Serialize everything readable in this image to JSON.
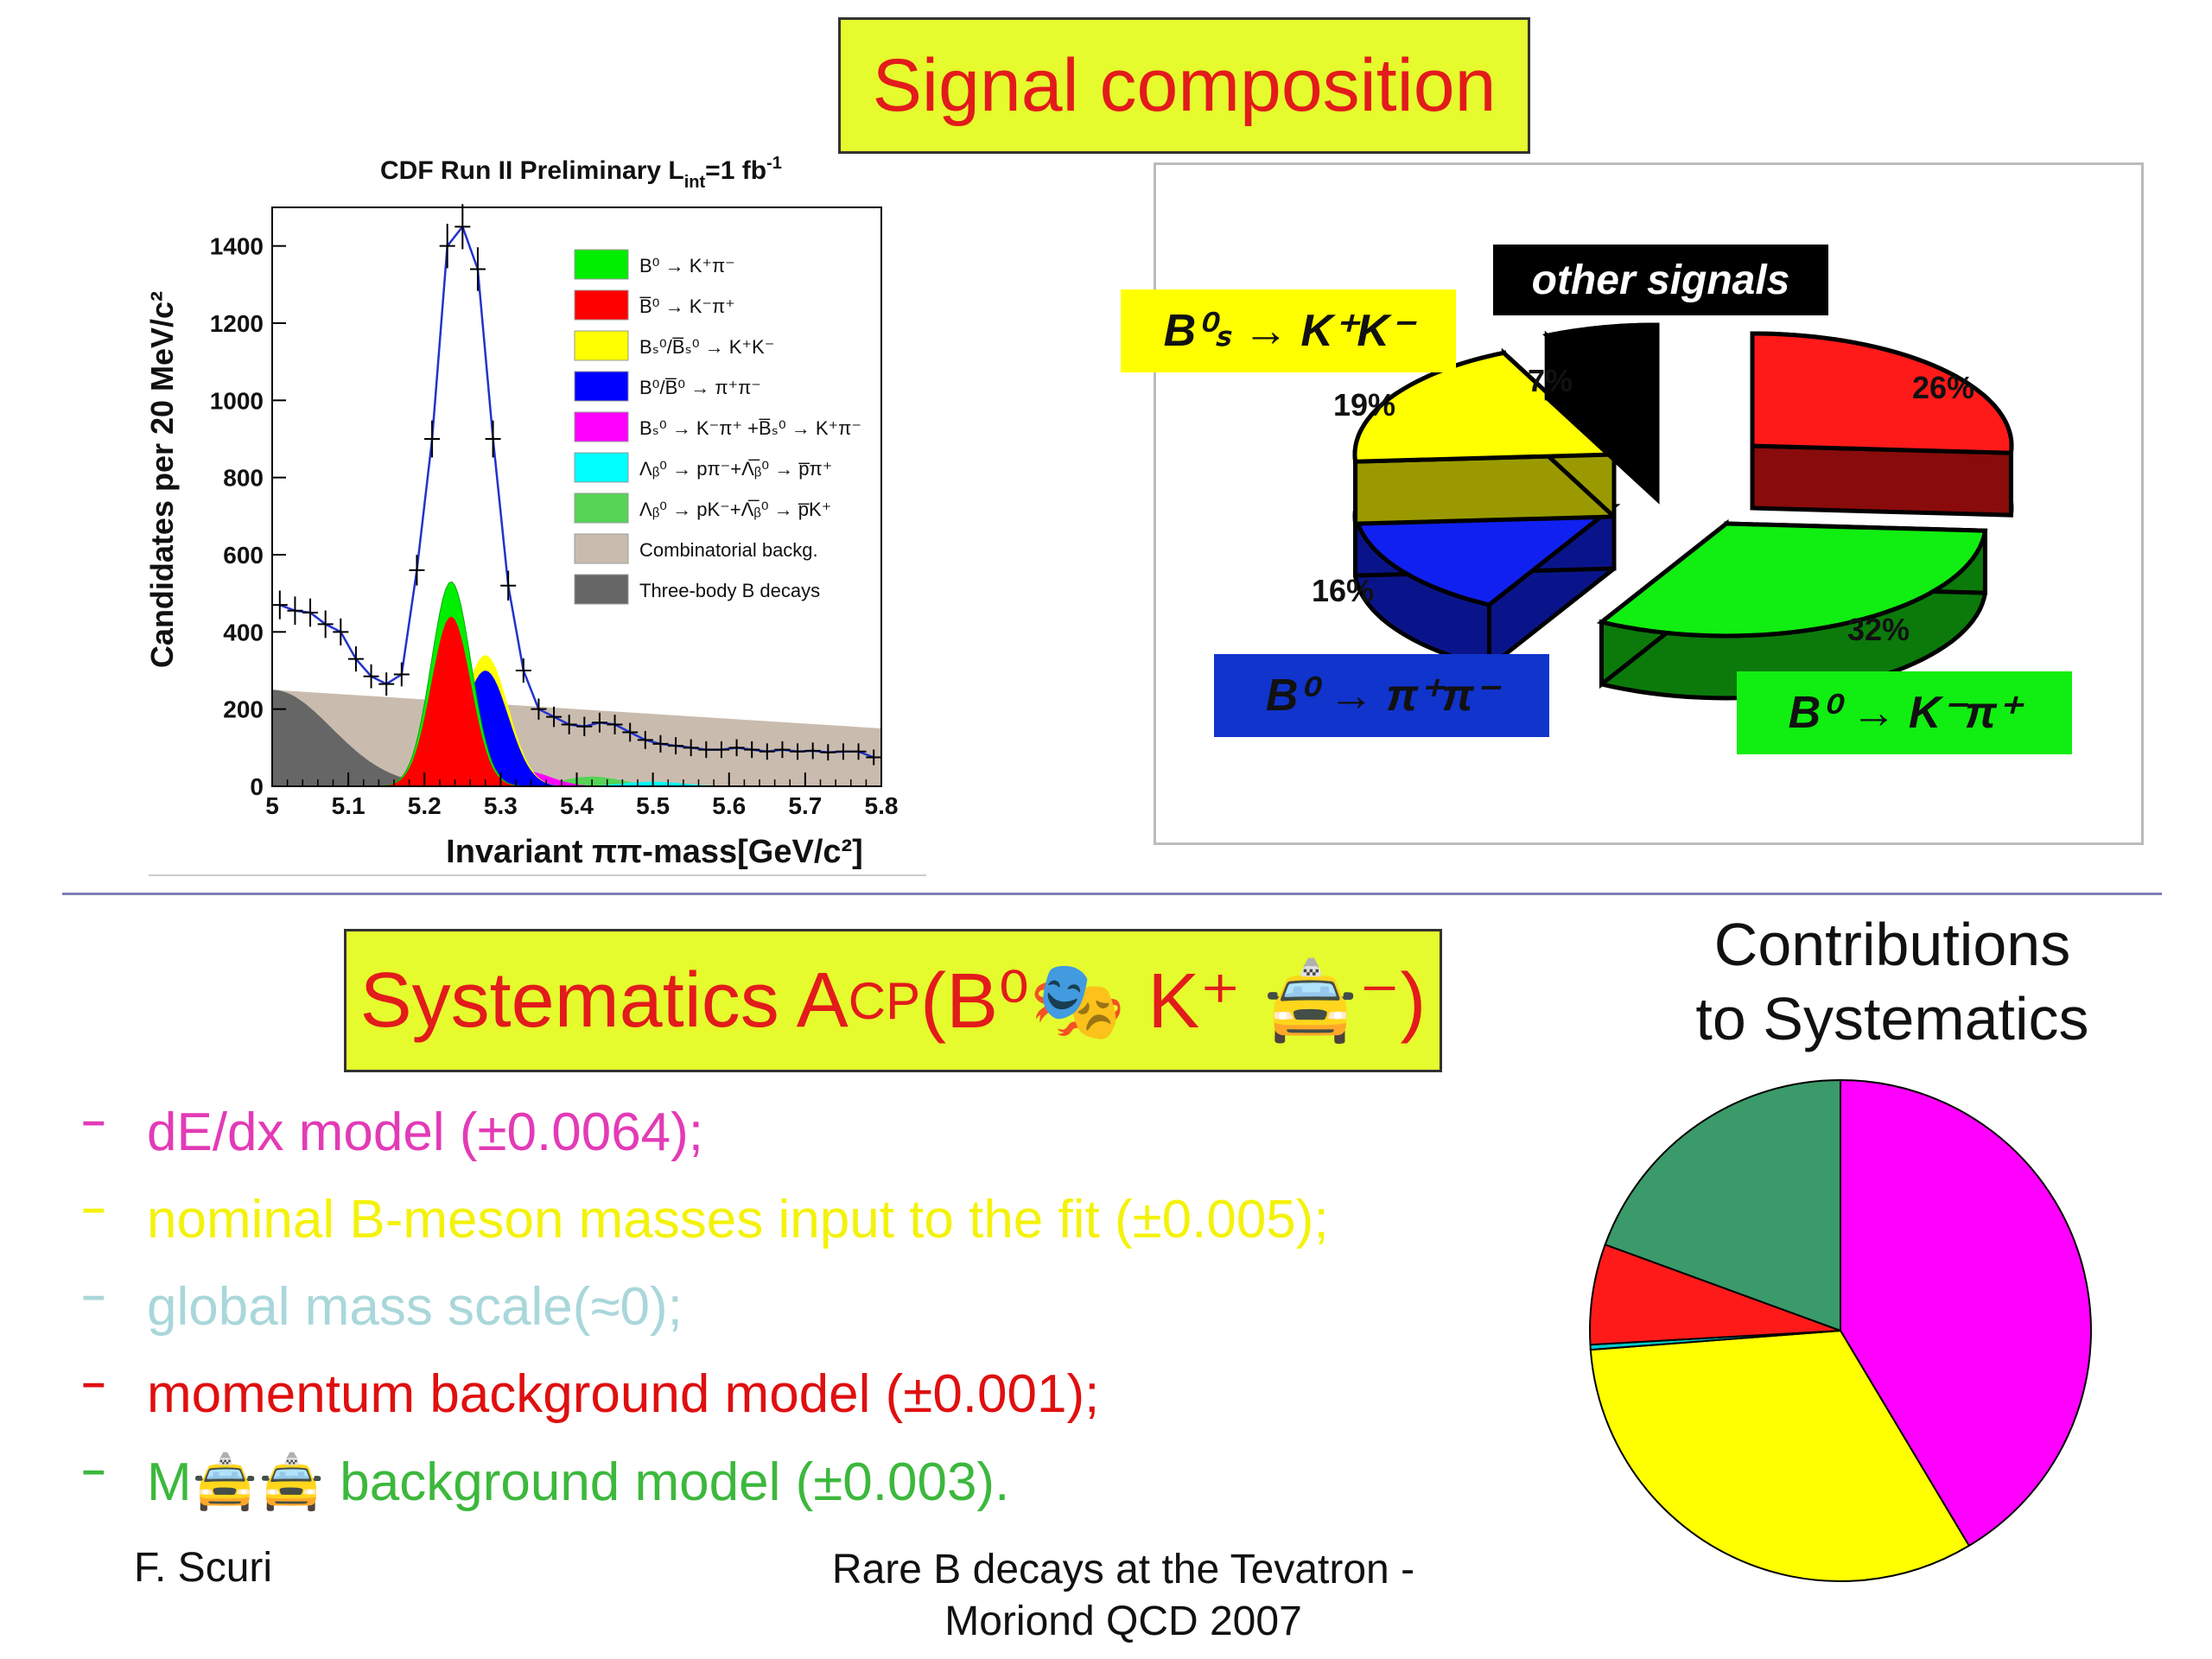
{
  "slide": {
    "title": "Signal composition",
    "systematics_title": "Systematics A",
    "systematics_sub": "CP",
    "systematics_rest": "(B⁰🎭 K⁺ 🚖⁻)",
    "bullets": [
      {
        "text": "dE/dx model (±0.0064);",
        "color": "#e23bb6"
      },
      {
        "text": "nominal B-meson masses input to the fit (±0.005);",
        "color": "#f4f20a"
      },
      {
        "text": "global mass scale(≈0);",
        "color": "#a9d7da"
      },
      {
        "text": "momentum background model (±0.001);",
        "color": "#e00f0f"
      },
      {
        "text": "M🚖🚖 background model (±0.003).",
        "color": "#3cb83c"
      }
    ],
    "contrib_title_line1": "Contributions",
    "contrib_title_line2": "to Systematics",
    "footer_left": "F. Scuri",
    "footer_center_line1": "Rare B decays at the Tevatron -",
    "footer_center_line2": "Moriond QCD 2007"
  },
  "chart_data": [
    {
      "type": "area",
      "title": "CDF Run II  Preliminary L",
      "title_sub": "int",
      "title_tail": "=1 fb",
      "title_sup": "-1",
      "xlabel": "Invariant ππ-mass[GeV/c²]",
      "ylabel": "Candidates per 20 MeV/c²",
      "xlim": [
        5.0,
        5.8
      ],
      "ylim": [
        0,
        1500
      ],
      "xticks": [
        "5",
        "5.1",
        "5.2",
        "5.3",
        "5.4",
        "5.5",
        "5.6",
        "5.7",
        "5.8"
      ],
      "yticks": [
        "0",
        "200",
        "400",
        "600",
        "800",
        "1000",
        "1200",
        "1400"
      ],
      "legend": [
        {
          "label": "B⁰ → K⁺π⁻",
          "color": "#00ee00"
        },
        {
          "label": "B̅⁰ → K⁻π⁺",
          "color": "#ff0000"
        },
        {
          "label": "Bₛ⁰/B̅ₛ⁰ → K⁺K⁻",
          "color": "#ffff00"
        },
        {
          "label": "B⁰/B̅⁰ → π⁺π⁻",
          "color": "#0000ff"
        },
        {
          "label": "Bₛ⁰ → K⁻π⁺ +B̅ₛ⁰ → K⁺π⁻",
          "color": "#ff00ff"
        },
        {
          "label": "Λᵦ⁰ → pπ⁻+Λ̅ᵦ⁰ → p̅π⁺",
          "color": "#00ffff"
        },
        {
          "label": "Λᵦ⁰ → pK⁻+Λ̅ᵦ⁰ → p̅K⁺",
          "color": "#55d455"
        },
        {
          "label": "Combinatorial backg.",
          "color": "#c9bcae"
        },
        {
          "label": "Three-body B decays",
          "color": "#666666"
        }
      ],
      "points": [
        {
          "x": 5.01,
          "y": 470
        },
        {
          "x": 5.03,
          "y": 455
        },
        {
          "x": 5.05,
          "y": 450
        },
        {
          "x": 5.07,
          "y": 420
        },
        {
          "x": 5.09,
          "y": 400
        },
        {
          "x": 5.11,
          "y": 330
        },
        {
          "x": 5.13,
          "y": 285
        },
        {
          "x": 5.15,
          "y": 265
        },
        {
          "x": 5.17,
          "y": 290
        },
        {
          "x": 5.19,
          "y": 560
        },
        {
          "x": 5.21,
          "y": 900
        },
        {
          "x": 5.23,
          "y": 1400
        },
        {
          "x": 5.25,
          "y": 1450
        },
        {
          "x": 5.27,
          "y": 1340
        },
        {
          "x": 5.29,
          "y": 900
        },
        {
          "x": 5.31,
          "y": 520
        },
        {
          "x": 5.33,
          "y": 300
        },
        {
          "x": 5.35,
          "y": 200
        },
        {
          "x": 5.37,
          "y": 180
        },
        {
          "x": 5.39,
          "y": 160
        },
        {
          "x": 5.41,
          "y": 155
        },
        {
          "x": 5.43,
          "y": 165
        },
        {
          "x": 5.45,
          "y": 160
        },
        {
          "x": 5.47,
          "y": 140
        },
        {
          "x": 5.49,
          "y": 120
        },
        {
          "x": 5.51,
          "y": 110
        },
        {
          "x": 5.53,
          "y": 105
        },
        {
          "x": 5.55,
          "y": 100
        },
        {
          "x": 5.57,
          "y": 95
        },
        {
          "x": 5.59,
          "y": 95
        },
        {
          "x": 5.61,
          "y": 100
        },
        {
          "x": 5.63,
          "y": 95
        },
        {
          "x": 5.65,
          "y": 90
        },
        {
          "x": 5.67,
          "y": 95
        },
        {
          "x": 5.69,
          "y": 90
        },
        {
          "x": 5.71,
          "y": 92
        },
        {
          "x": 5.73,
          "y": 88
        },
        {
          "x": 5.75,
          "y": 90
        },
        {
          "x": 5.77,
          "y": 90
        },
        {
          "x": 5.79,
          "y": 75
        }
      ]
    },
    {
      "type": "pie",
      "style": "3d exploded",
      "slices": [
        {
          "label": "B⁰ → K⁻π⁺",
          "value": 32,
          "pct_text": "32%",
          "color": "#11ee11"
        },
        {
          "label": "B⁰ → π⁺π⁻",
          "value": 16,
          "pct_text": "16%",
          "color": "#1020f0"
        },
        {
          "label": "B⁰ₛ → K⁺K⁻",
          "value": 19,
          "pct_text": "19%",
          "color": "#ffff00"
        },
        {
          "label": "other signals",
          "value": 7,
          "pct_text": "7%",
          "color": "#000000"
        },
        {
          "label": "",
          "value": 26,
          "pct_text": "26%",
          "color": "#ff1a1a"
        }
      ],
      "tags": {
        "bs": "B⁰ₛ → K⁺K⁻",
        "other": "other signals",
        "pipi": "B⁰ → π⁺π⁻",
        "kpi": "B⁰ → K⁻π⁺"
      }
    },
    {
      "type": "pie",
      "slices": [
        {
          "label": "dE/dx model",
          "value": 0.0064,
          "color": "#ff00ff"
        },
        {
          "label": "nominal B-meson masses",
          "value": 0.005,
          "color": "#ffff00"
        },
        {
          "label": "global mass scale",
          "value": 5e-05,
          "color": "#00cccc"
        },
        {
          "label": "momentum background model",
          "value": 0.001,
          "color": "#ff1a1a"
        },
        {
          "label": "M background model",
          "value": 0.003,
          "color": "#3a9a6a"
        }
      ]
    }
  ]
}
